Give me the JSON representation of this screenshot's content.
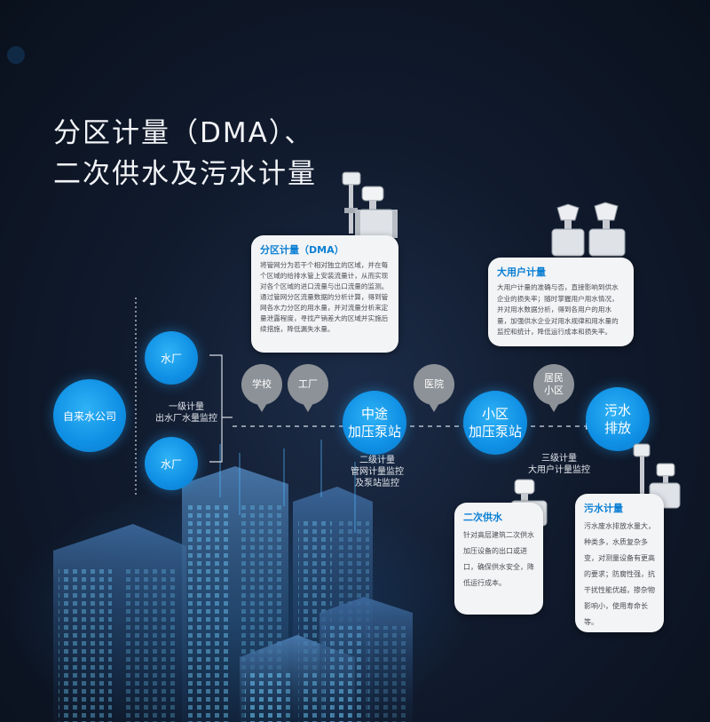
{
  "title": {
    "line1": "分区计量（DMA）、",
    "line2": "二次供水及污水计量"
  },
  "nodes": {
    "company": "自来水公司",
    "plant1": "水厂",
    "plant2": "水厂",
    "station1": "中途\n加压泵站",
    "station2": "小区\n加压泵站",
    "sewage": "污水\n排放"
  },
  "bubbles": {
    "school": "学校",
    "factory": "工厂",
    "hospital": "医院",
    "residential": "居民\n小区"
  },
  "labels": {
    "level1": "一级计量\n出水厂水量监控",
    "level2": "二级计量\n管网计量监控\n及泵站监控",
    "level3": "三级计量\n大用户计量监控"
  },
  "cards": {
    "dma": {
      "title": "分区计量（DMA）",
      "text1": "将管网分为若干个相对独立的区域，并在每个区域的给排水管上安装流量计，从而实现对各个区域的进口流量与出口流量的监测。",
      "text2": "通过管网分区流量数据的分析计算，得到管网各水力分区的用水量，并对流量分析来定量泄露程度，寻找产销差大的区域并实施后续措施，降低漏失水量。"
    },
    "bigUser": {
      "title": "大用户计量",
      "text": "大用户计量的准确与否，直接影响到供水企业的损失率；随时掌握用户用水情况，并对用水数据分析，得到各用户的用水量，加强供水企业对用水规律和用水量的监控和统计，降低运行成本和损失率。"
    },
    "secondary": {
      "title": "二次供水",
      "text": "针对高层建筑二次供水加压设备的出口或进口，确保供水安全，降低运行成本。"
    },
    "sewage": {
      "title": "污水计量",
      "text": "污水废水排放水量大，种类多，水质复杂多变，对测量设备有更高的要求；防腐性强，抗干扰性能优越，掺杂物影响小，使用寿命长等。"
    }
  },
  "colors": {
    "accent": "#0f8fe4",
    "bubble": "#8d9298",
    "cardTitle": "#0a7fd3"
  }
}
